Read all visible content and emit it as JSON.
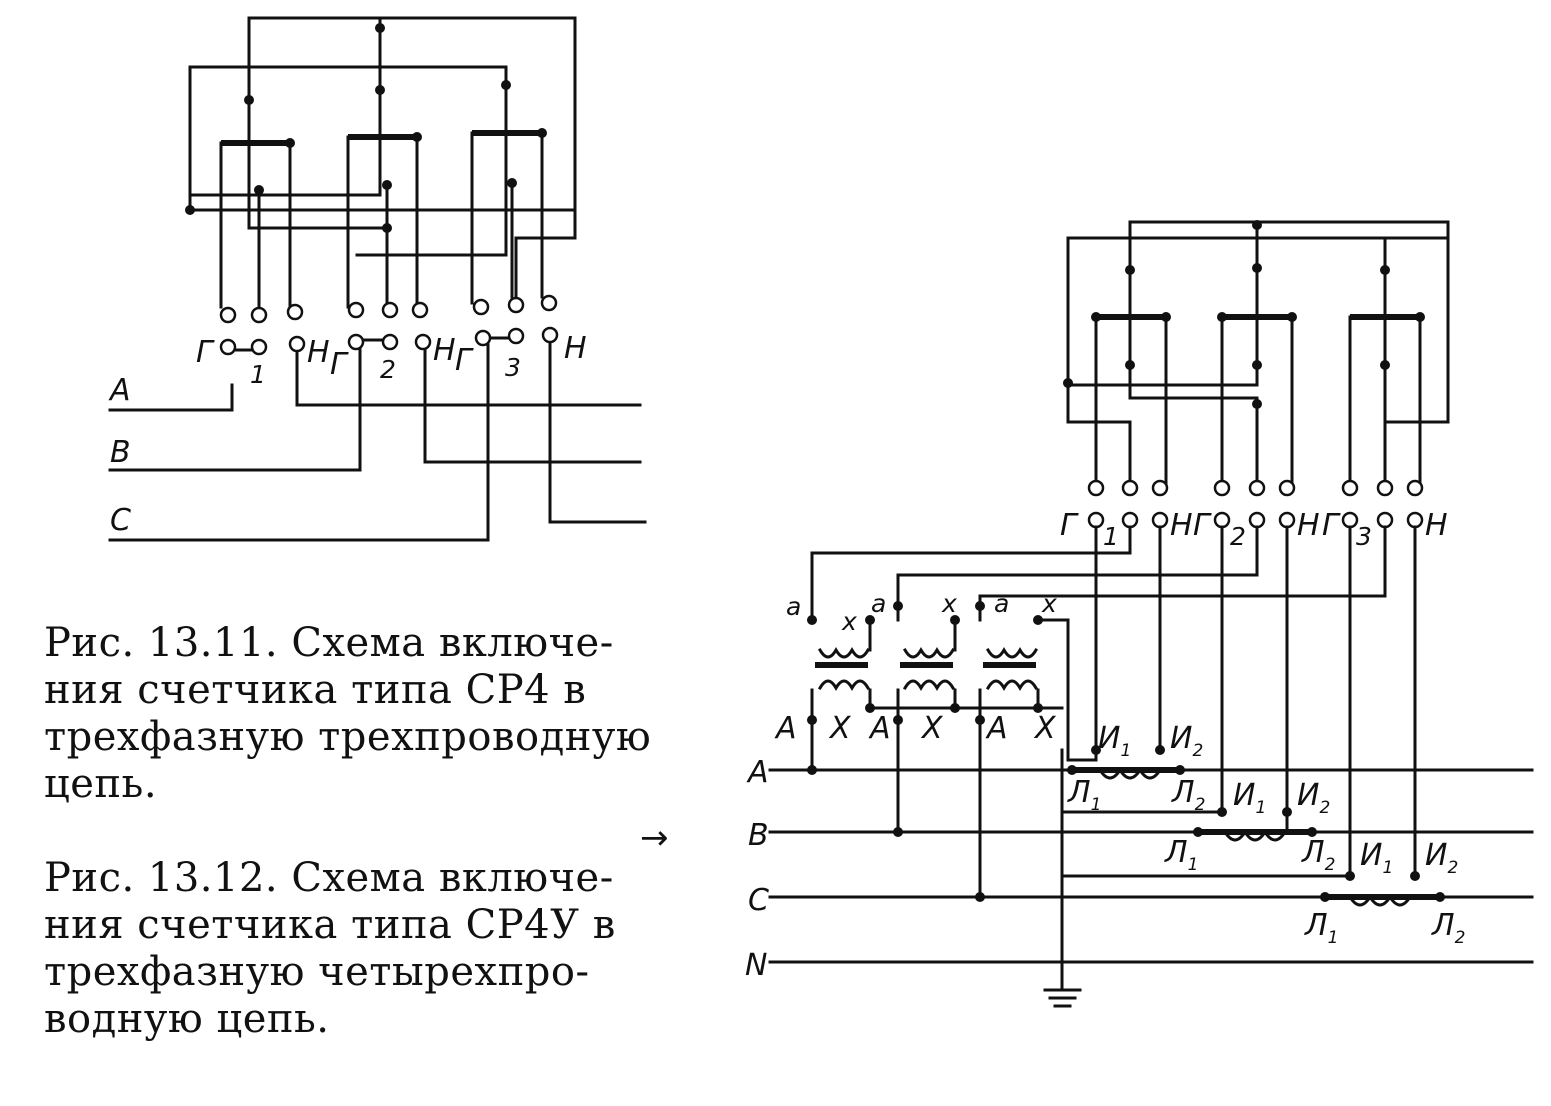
{
  "fig1": {
    "phase_labels": [
      "A",
      "B",
      "C"
    ],
    "element_labels": [
      {
        "g": "Г",
        "n": "Н",
        "num": "1"
      },
      {
        "g": "Г",
        "n": "Н",
        "num": "2"
      },
      {
        "g": "Г",
        "n": "Н",
        "num": "3"
      }
    ]
  },
  "fig2": {
    "phase_labels": [
      "A",
      "B",
      "C",
      "N"
    ],
    "element_labels": [
      {
        "g": "Г",
        "n": "Н",
        "num": "1"
      },
      {
        "g": "Г",
        "n": "Н",
        "num": "2"
      },
      {
        "g": "Г",
        "n": "Н",
        "num": "3"
      }
    ],
    "vt_labels": {
      "a": "a",
      "x": "x",
      "A": "A",
      "X": "X"
    },
    "ct_labels": {
      "I1": "И",
      "I2": "И",
      "L1": "Л",
      "L2": "Л",
      "s1": "1",
      "s2": "2"
    }
  },
  "captions": [
    {
      "lines": [
        "Рис. 13.11. Схема включе-",
        "ния счетчика типа СР4 в",
        "трехфазную трехпроводную",
        "цепь."
      ]
    },
    {
      "lines": [
        "Рис. 13.12. Схема включе-",
        "ния счетчика типа СР4У в",
        "трехфазную четырехпро-",
        "водную цепь."
      ]
    }
  ],
  "arrow": "→"
}
